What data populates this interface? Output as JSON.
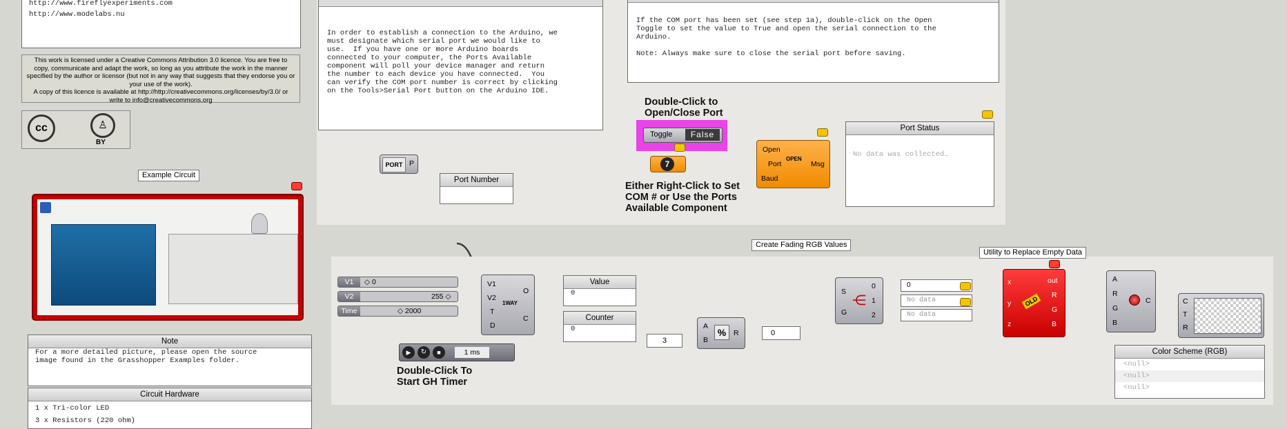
{
  "credits": {
    "url1": "http://www.fireflyexperiments.com",
    "url2": "http://www.modelabs.nu"
  },
  "license": {
    "text": "This work is licensed under a Creative Commons Attribution 3.0 licence. You are free to copy, communicate and adapt the work, so long as you attribute the work in the manner specified by the author or licensor (but not in any way that suggests that they endorse you or your use of the work).\nA copy of this licence is available at http://http://creativecommons.org/licenses/by/3.0/ or write to info@creativecommons.org",
    "cc_label": "cc",
    "by_label": "BY"
  },
  "example_circuit": {
    "label": "Example Circuit"
  },
  "note_panel": {
    "title": "Note",
    "text": "For a more detailed picture, please open the source\nimage found in the Grasshopper Examples folder."
  },
  "hardware_panel": {
    "title": "Circuit Hardware",
    "lines": [
      "1 x Tri-color LED",
      "3 x Resistors (220 ohm)"
    ]
  },
  "connection_note": {
    "text": "In order to establish a connection to the Arduino, we\nmust designate which serial port we would like to\nuse.  If you have one or more Arduino boards\nconnected to your computer, the Ports Available\ncomponent will poll your device manager and return\nthe number to each device you have connected.  You\ncan verify the COM port number is correct by clicking\non the Tools>Serial Port button on the Arduino IDE."
  },
  "com_note": {
    "text": "If the COM port has been set (see step 1a), double-click on the Open\nToggle to set the value to True and open the serial connection to the\nArduino.\n\nNote: Always make sure to close the serial port before saving."
  },
  "port_component": {
    "icon_text": "PORT",
    "output": "P"
  },
  "port_number": {
    "title": "Port Number"
  },
  "toggle_hint": "Double-Click to\nOpen/Close Port",
  "toggle": {
    "label": "Toggle",
    "value": "False"
  },
  "com_value": "7",
  "com_hint": "Either Right-Click to Set\nCOM # or Use the Ports\nAvailable Component",
  "open_component": {
    "inputs": [
      "Open",
      "Port",
      "Baud"
    ],
    "icon_text": "OPEN",
    "output": "Msg"
  },
  "port_status": {
    "title": "Port Status",
    "text": "No data was collected…"
  },
  "fading_label": "Create Fading RGB Values",
  "utility_label": "Utility to Replace Empty Data",
  "sliders": [
    {
      "name": "V1",
      "value": "◇ 0"
    },
    {
      "name": "V2",
      "value": "255 ◇"
    },
    {
      "name": "Time",
      "value": "◇ 2000"
    }
  ],
  "fader": {
    "inputs": [
      "V1",
      "V2",
      "T",
      "D"
    ],
    "outputs": [
      "O",
      "C"
    ],
    "icon_text": "1WAY"
  },
  "value_panel": {
    "title": "Value",
    "text": "0"
  },
  "counter_panel": {
    "title": "Counter",
    "text": "0"
  },
  "timer": {
    "value": "1 ms"
  },
  "timer_hint": "Double-Click To\nStart GH Timer",
  "modulo": {
    "inputs": [
      "A",
      "B"
    ],
    "output": "R",
    "icon": "%",
    "b_value": "3",
    "result": "0"
  },
  "stream": {
    "inputs": [
      "S",
      "G"
    ],
    "outputs": [
      "0",
      "1",
      "2"
    ],
    "values": [
      "0",
      "No data",
      "No data"
    ]
  },
  "replace": {
    "inputs": [
      "x",
      "y",
      "z"
    ],
    "outputs": [
      "out",
      "R",
      "G",
      "B"
    ],
    "icon_text": "OLD"
  },
  "color": {
    "inputs": [
      "A",
      "R",
      "G",
      "B"
    ],
    "output": "C"
  },
  "swatch": {
    "inputs": [
      "C",
      "T",
      "R"
    ]
  },
  "color_scheme": {
    "title": "Color Scheme (RGB)",
    "items": [
      "<null>",
      "<null>",
      "<null>"
    ]
  }
}
